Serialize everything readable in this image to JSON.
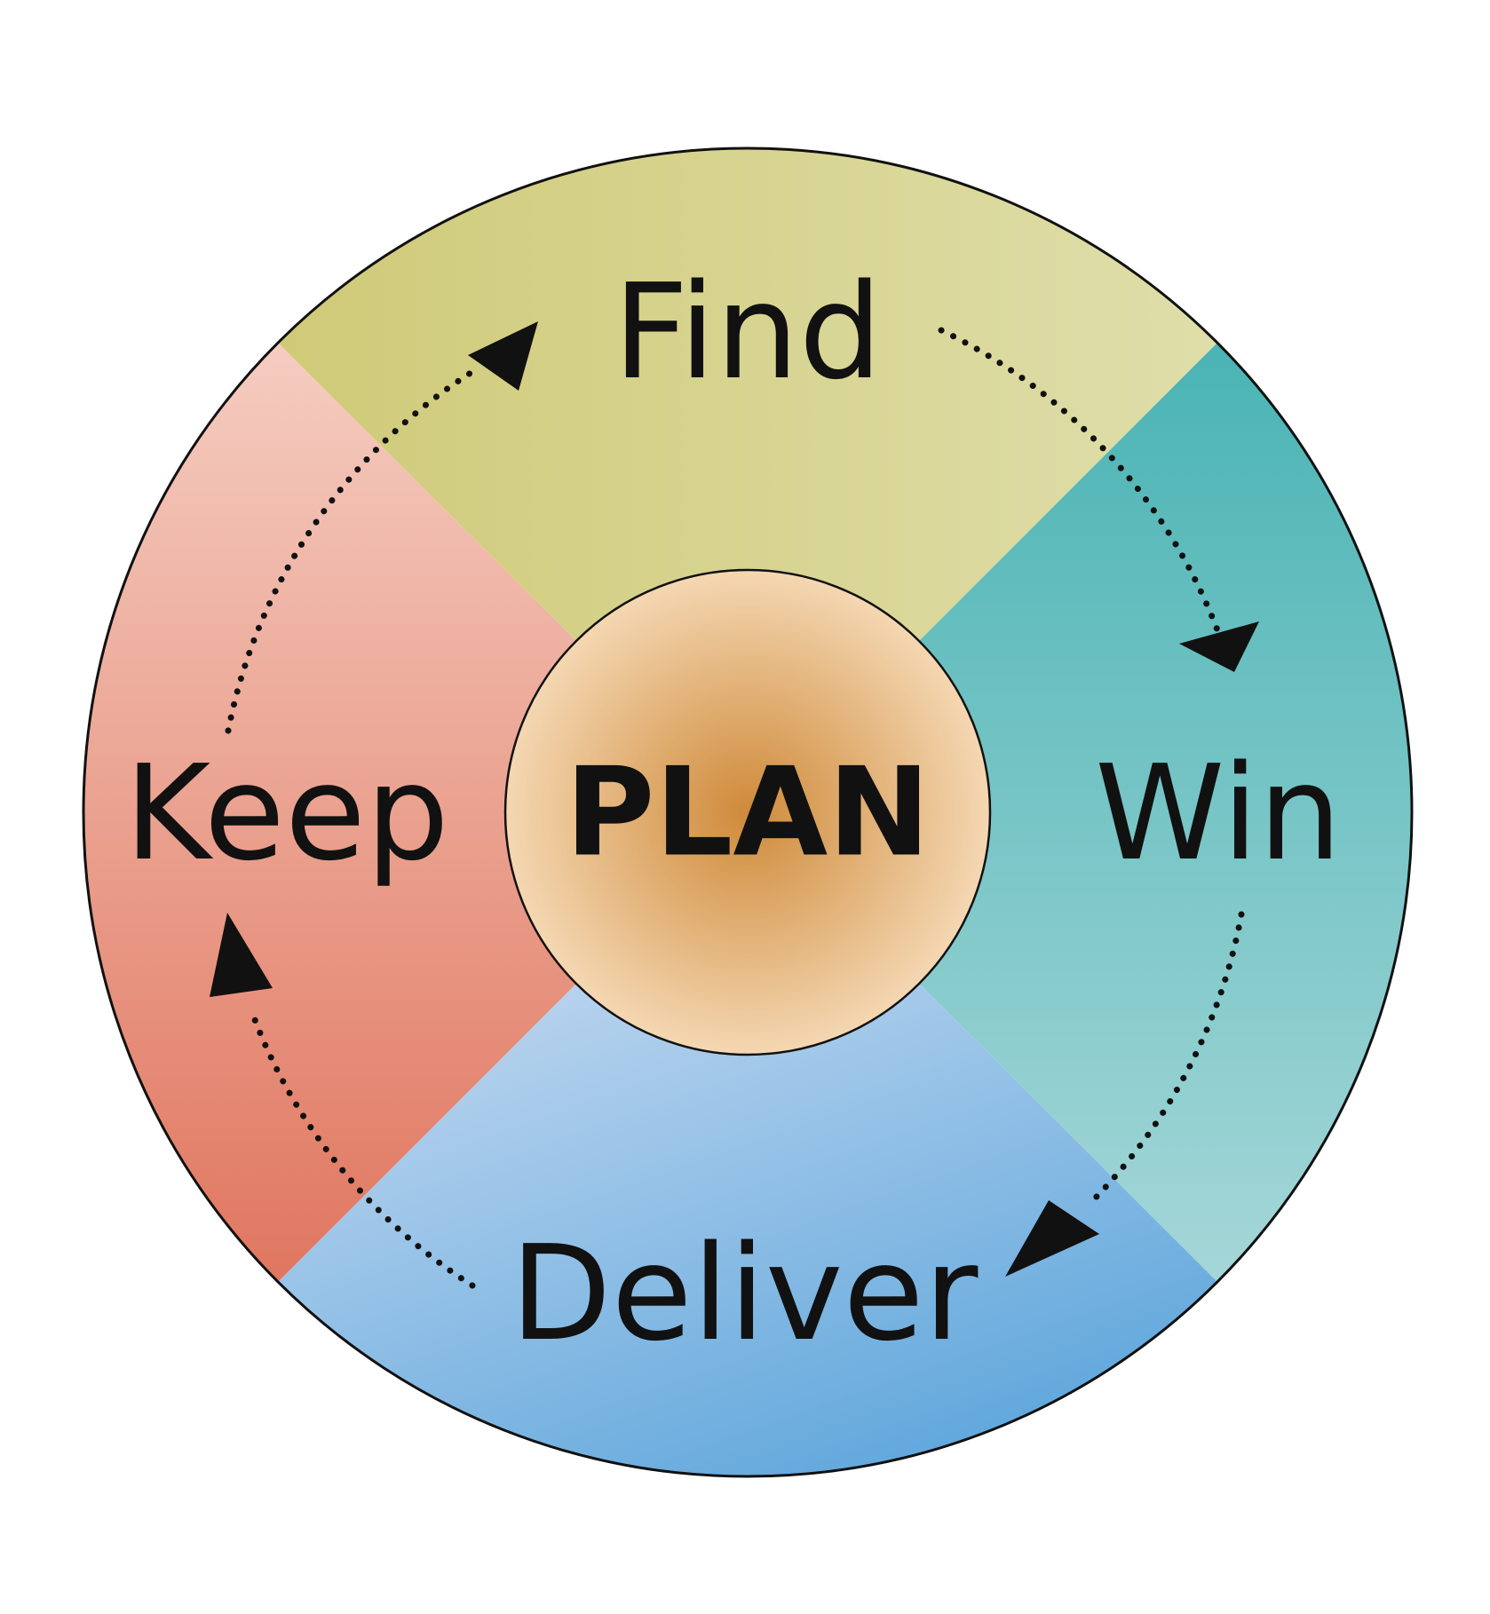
{
  "diagram": {
    "center": {
      "label": "PLAN",
      "color": "#CF8A3A"
    },
    "stages": [
      {
        "id": "find",
        "label": "Find",
        "color_start": "#C9C264",
        "color_end": "#E5E6BE"
      },
      {
        "id": "win",
        "label": "Win",
        "color_start": "#27A6A6",
        "color_end": "#C8E4E6"
      },
      {
        "id": "deliver",
        "label": "Deliver",
        "color_start": "#DFE6F6",
        "color_end": "#2F8FD2"
      },
      {
        "id": "keep",
        "label": "Keep",
        "color_start": "#FDEEE6",
        "color_end": "#D8553A"
      }
    ],
    "flow": [
      "Find",
      "Win",
      "Deliver",
      "Keep"
    ]
  }
}
